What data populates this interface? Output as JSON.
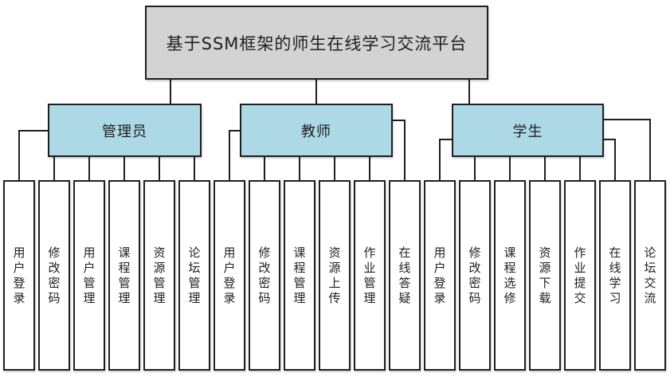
{
  "diagram": {
    "title": "基于SSM框架的师生在线学习交流平台",
    "root": {
      "label": "基于SSM框架的师生在线学习交流平台"
    },
    "groups": [
      {
        "label": "管理员",
        "children": [
          "用户登录",
          "修改密码",
          "用户管理",
          "课程管理",
          "资源管理",
          "论坛管理"
        ]
      },
      {
        "label": "教师",
        "children": [
          "用户登录",
          "修改密码",
          "课程管理",
          "资源上传",
          "作业管理",
          "在线答疑"
        ]
      },
      {
        "label": "学生",
        "children": [
          "用户登录",
          "修改密码",
          "课程选修",
          "资源下载",
          "作业提交",
          "在线学习",
          "论坛交流"
        ]
      }
    ],
    "colors": {
      "root_fill": "#d3d3d3",
      "group_fill": "#add8e6",
      "leaf_fill": "#ffffff",
      "line": "#1f1f1f",
      "background": "#ffffff"
    }
  }
}
